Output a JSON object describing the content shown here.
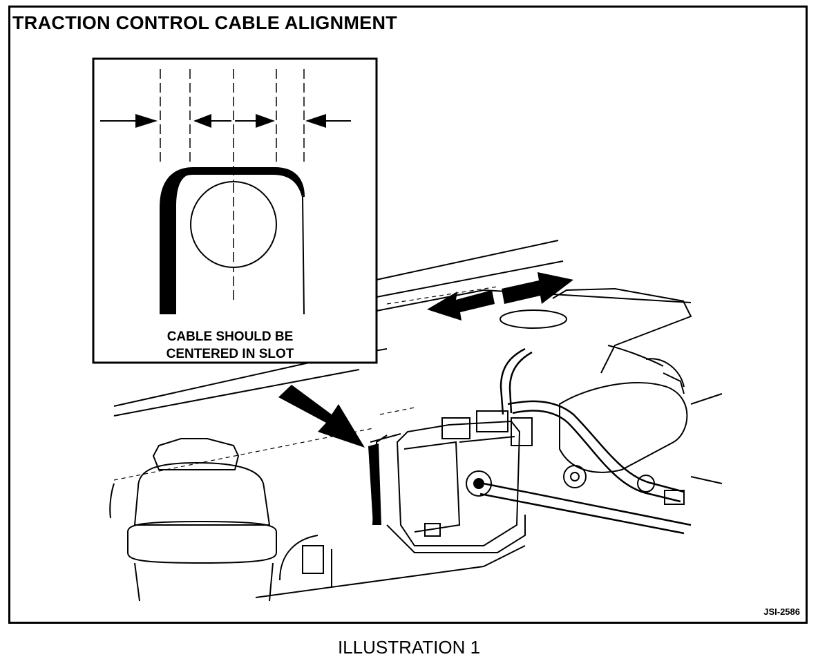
{
  "title": "TRACTION CONTROL CABLE ALIGNMENT",
  "inset": {
    "line1": "CABLE SHOULD BE",
    "line2": "CENTERED IN SLOT"
  },
  "figure_id": "JSI-2586",
  "caption": "ILLUSTRATION 1"
}
